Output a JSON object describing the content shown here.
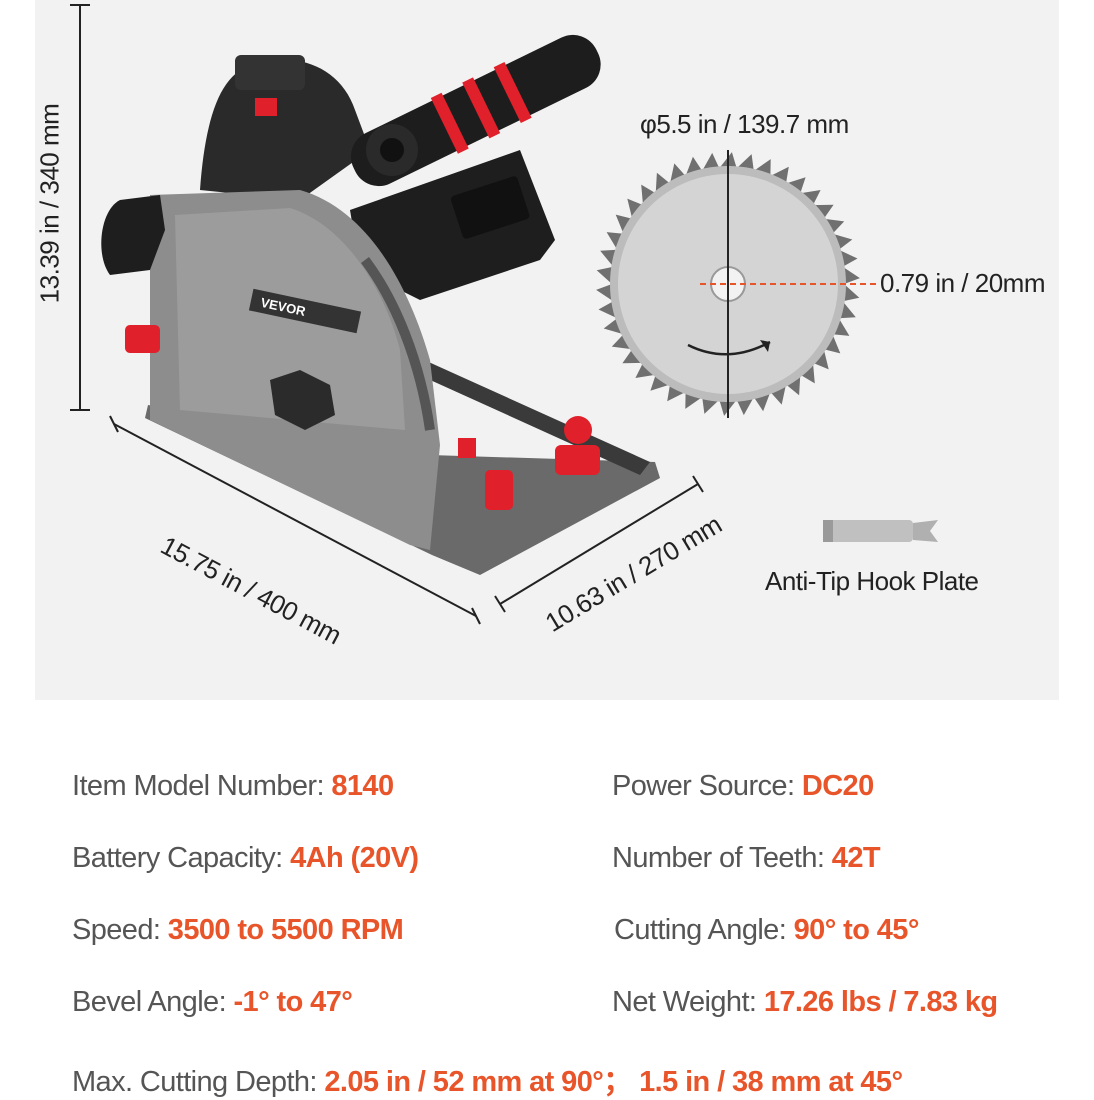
{
  "dimensions": {
    "height": "13.39 in / 340 mm",
    "length": "15.75 in / 400 mm",
    "width": "10.63 in / 270 mm",
    "blade_diameter": "φ5.5 in / 139.7 mm",
    "arbor": "0.79 in / 20mm"
  },
  "brand": "VEVOR",
  "accessory_label": "Anti-Tip Hook Plate",
  "specs": [
    {
      "key": "Item Model Number:",
      "value": "8140"
    },
    {
      "key": "Power Source:",
      "value": "DC20"
    },
    {
      "key": "Battery Capacity:",
      "value": "4Ah (20V)"
    },
    {
      "key": "Number of Teeth:",
      "value": "42T"
    },
    {
      "key": "Speed:",
      "value": "3500 to 5500 RPM"
    },
    {
      "key": "Cutting Angle:",
      "value": "90° to 45°"
    },
    {
      "key": "Bevel Angle:",
      "value": "-1° to 47°"
    },
    {
      "key": "Net Weight:",
      "value": "17.26 lbs / 7.83 kg"
    },
    {
      "key": "Max. Cutting Depth:",
      "value": "2.05 in / 52 mm at 90°； 1.5 in / 38 mm at 45°"
    }
  ],
  "colors": {
    "accent": "#e8552a",
    "panel": "#f2f2f2",
    "saw_red": "#e0202a"
  }
}
